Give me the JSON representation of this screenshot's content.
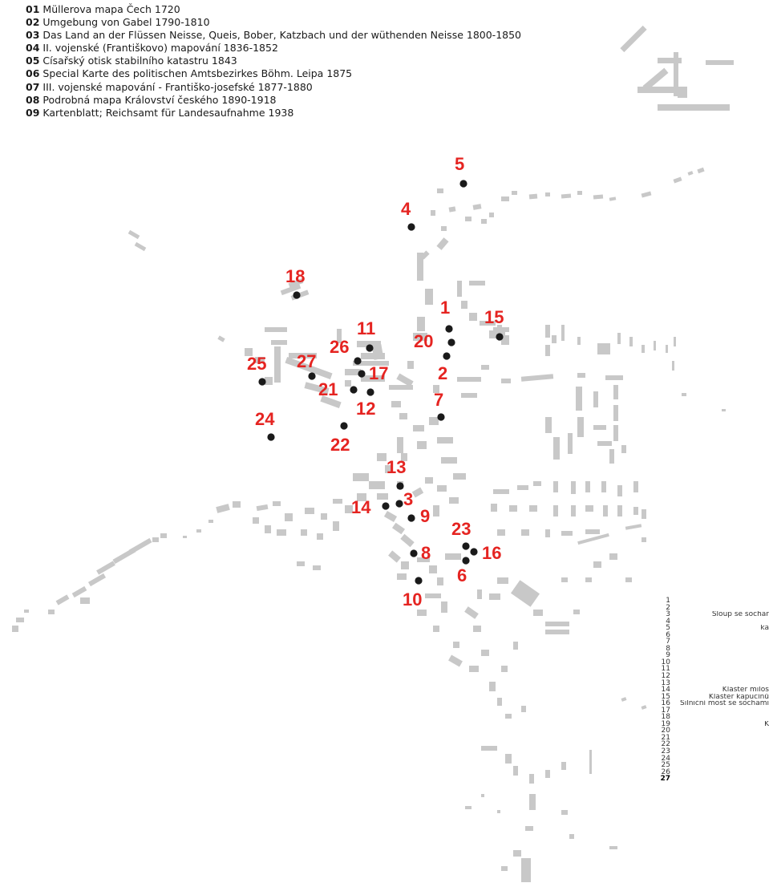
{
  "legend": [
    {
      "num": "01",
      "text": "Müllerova mapa Čech 1720"
    },
    {
      "num": "02",
      "text": "Umgebung von Gabel 1790-1810"
    },
    {
      "num": "03",
      "text": "Das Land an der Flüssen Neisse, Queis, Bober, Katzbach und der wüthenden Neisse 1800-1850"
    },
    {
      "num": "04",
      "text": "II. vojenské (Františkovo) mapování 1836-1852"
    },
    {
      "num": "05",
      "text": "Císařský otisk stabilního katastru 1843"
    },
    {
      "num": "06",
      "text": "Special Karte des politischen Amtsbezirkes Böhm. Leipa  1875"
    },
    {
      "num": "07",
      "text": "III. vojenské mapování - Františko-josefské  1877-1880"
    },
    {
      "num": "08",
      "text": "Podrobná mapa Království českého 1890-1918"
    },
    {
      "num": "09",
      "text": "Kartenblatt; Reichsamt für Landesaufnahme 1938"
    }
  ],
  "index_list": [
    {
      "n": "1",
      "t": ""
    },
    {
      "n": "2",
      "t": ""
    },
    {
      "n": "3",
      "t": "Sloup se sochar"
    },
    {
      "n": "4",
      "t": ""
    },
    {
      "n": "5",
      "t": "ka"
    },
    {
      "n": "6",
      "t": ""
    },
    {
      "n": "7",
      "t": ""
    },
    {
      "n": "8",
      "t": ""
    },
    {
      "n": "9",
      "t": ""
    },
    {
      "n": "10",
      "t": ""
    },
    {
      "n": "11",
      "t": ""
    },
    {
      "n": "12",
      "t": ""
    },
    {
      "n": "13",
      "t": ""
    },
    {
      "n": "14",
      "t": "Klášter milos"
    },
    {
      "n": "15",
      "t": "Klášter kapucínů"
    },
    {
      "n": "16",
      "t": "Silniční most se sochami"
    },
    {
      "n": "17",
      "t": ""
    },
    {
      "n": "18",
      "t": ""
    },
    {
      "n": "19",
      "t": "K"
    },
    {
      "n": "20",
      "t": ""
    },
    {
      "n": "21",
      "t": ""
    },
    {
      "n": "22",
      "t": ""
    },
    {
      "n": "23",
      "t": ""
    },
    {
      "n": "24",
      "t": ""
    },
    {
      "n": "25",
      "t": ""
    },
    {
      "n": "26",
      "t": ""
    },
    {
      "n": "27",
      "t": "",
      "bold": true
    }
  ],
  "points": [
    {
      "label": "1"
    },
    {
      "label": "2"
    },
    {
      "label": "3"
    },
    {
      "label": "4"
    },
    {
      "label": "5"
    },
    {
      "label": "6"
    },
    {
      "label": "7"
    },
    {
      "label": "8"
    },
    {
      "label": "9"
    },
    {
      "label": "10"
    },
    {
      "label": "11"
    },
    {
      "label": "12"
    },
    {
      "label": "13"
    },
    {
      "label": "14"
    },
    {
      "label": "15"
    },
    {
      "label": "16"
    },
    {
      "label": "17"
    },
    {
      "label": "18"
    },
    {
      "label": "20"
    },
    {
      "label": "21"
    },
    {
      "label": "22"
    },
    {
      "label": "23"
    },
    {
      "label": "24"
    },
    {
      "label": "25"
    },
    {
      "label": "26"
    },
    {
      "label": "27"
    }
  ],
  "colors": {
    "label": "#e52421",
    "marker": "#1a1a1a",
    "building": "#c9c9c9"
  }
}
